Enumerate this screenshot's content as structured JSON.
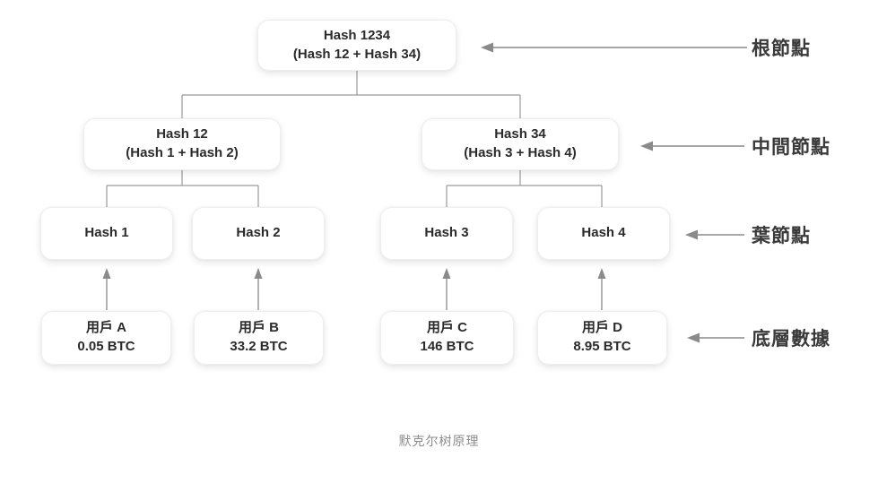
{
  "canvas": {
    "background": "#ffffff"
  },
  "nodes": {
    "root": {
      "title": "Hash 1234",
      "subtitle": "(Hash 12 + Hash 34)"
    },
    "mid_left": {
      "title": "Hash 12",
      "subtitle": "(Hash 1 + Hash 2)"
    },
    "mid_right": {
      "title": "Hash 34",
      "subtitle": "(Hash 3 + Hash 4)"
    },
    "leaf_1": {
      "title": "Hash 1"
    },
    "leaf_2": {
      "title": "Hash 2"
    },
    "leaf_3": {
      "title": "Hash 3"
    },
    "leaf_4": {
      "title": "Hash 4"
    },
    "data_a": {
      "title": "用戶 A",
      "subtitle": "0.05 BTC"
    },
    "data_b": {
      "title": "用戶 B",
      "subtitle": "33.2 BTC"
    },
    "data_c": {
      "title": "用戶 C",
      "subtitle": "146 BTC"
    },
    "data_d": {
      "title": "用戶 D",
      "subtitle": "8.95 BTC"
    }
  },
  "legend": {
    "root": "根節點",
    "intermediate": "中間節點",
    "leaf": "葉節點",
    "data": "底層數據"
  },
  "caption": "默克尔树原理",
  "colors": {
    "connector_line": "#9a9a9a",
    "arrow": "#8a8a8a",
    "node_text": "#2b2b2b",
    "legend_text": "#3a3a3a",
    "caption_text": "#8c8c8c",
    "node_border": "#efefef",
    "background": "#ffffff"
  }
}
